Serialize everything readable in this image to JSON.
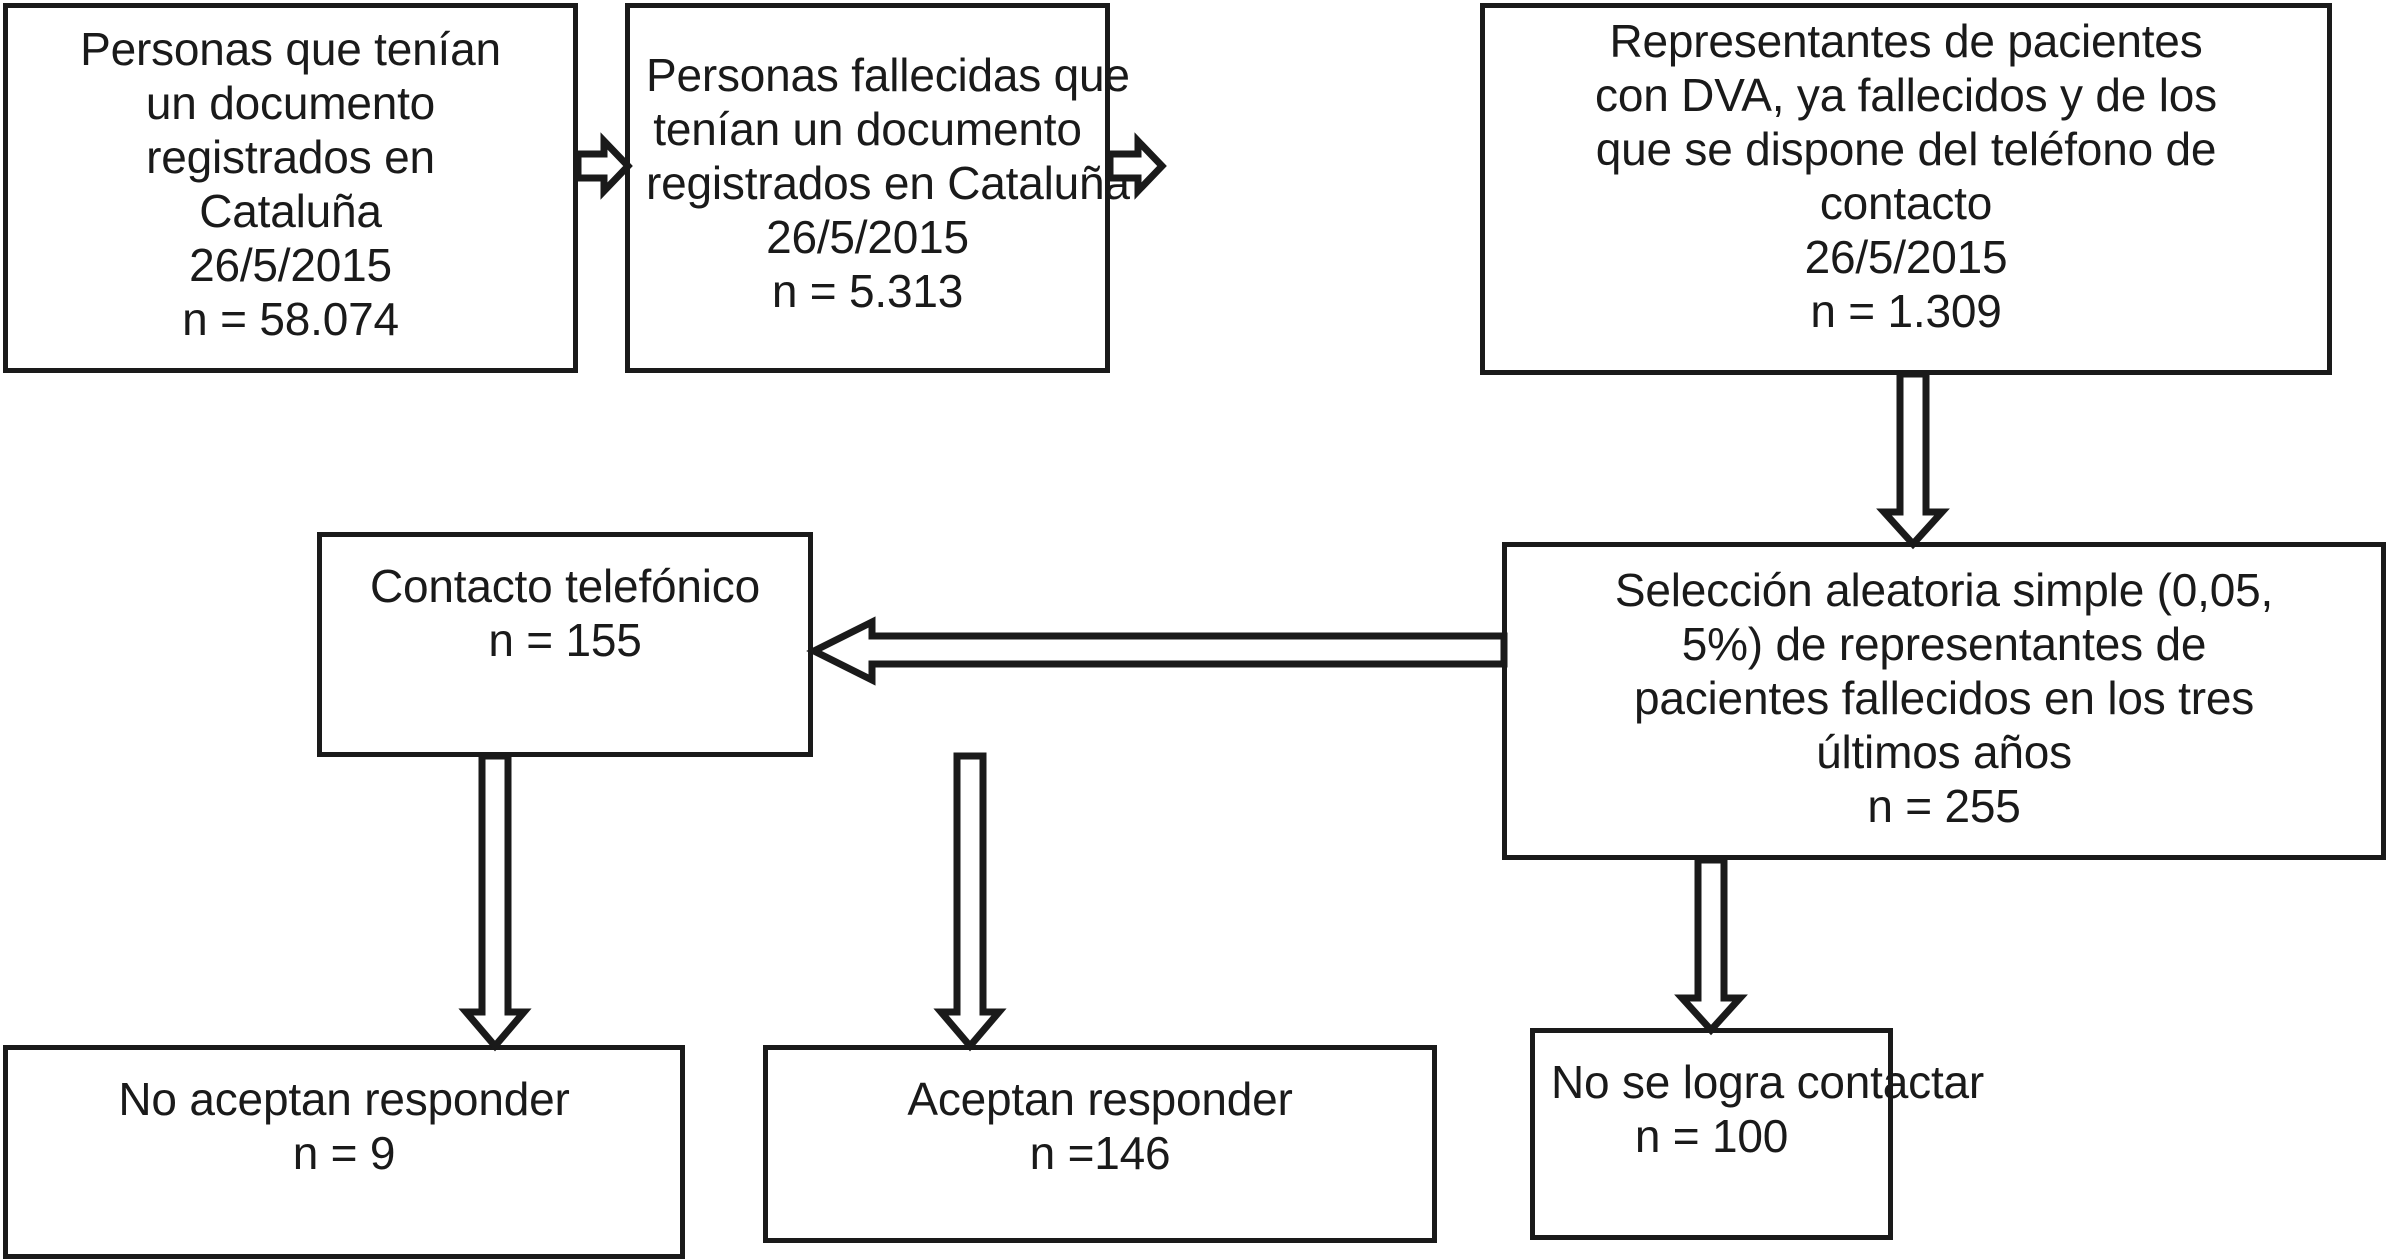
{
  "diagram": {
    "title": "Diagrama de flujo de seleccion de participantes",
    "language": "es",
    "colors": {
      "stroke": "#1a1a1a",
      "fill": "#ffffff",
      "background": "#ffffff"
    },
    "nodes": [
      {
        "id": "registrados",
        "lines": [
          "Personas que tenían",
          "un documento",
          "registrados en",
          "Cataluña",
          "26/5/2015",
          "n = 58.074"
        ],
        "n_label": "n = 58.074",
        "n_value": 58074,
        "date": "26/5/2015"
      },
      {
        "id": "fallecidas",
        "lines": [
          "Personas fallecidas que",
          "tenían un documento",
          "registrados en Cataluña",
          "26/5/2015",
          "n = 5.313"
        ],
        "n_label": "n = 5.313",
        "n_value": 5313,
        "date": "26/5/2015"
      },
      {
        "id": "representantes",
        "lines": [
          "Representantes de pacientes",
          "con DVA, ya fallecidos y de los",
          "que se dispone del teléfono de",
          "contacto",
          "26/5/2015",
          "n = 1.309"
        ],
        "n_label": "n = 1.309",
        "n_value": 1309,
        "date": "26/5/2015"
      },
      {
        "id": "seleccion",
        "lines": [
          "Selección aleatoria simple (0,05,",
          "5%) de representantes de",
          "pacientes fallecidos en los tres",
          "últimos años",
          "n = 255"
        ],
        "n_label": "n = 255",
        "n_value": 255
      },
      {
        "id": "contacto",
        "lines": [
          "Contacto telefónico",
          "n = 155"
        ],
        "n_label": "n = 155",
        "n_value": 155
      },
      {
        "id": "no-aceptan",
        "lines": [
          "No aceptan responder",
          "n = 9"
        ],
        "n_label": "n = 9",
        "n_value": 9
      },
      {
        "id": "aceptan",
        "lines": [
          "Aceptan responder",
          "n =146"
        ],
        "n_label": "n =146",
        "n_value": 146
      },
      {
        "id": "no-contactar",
        "lines": [
          "No se logra contactar",
          "n = 100"
        ],
        "n_label": "n = 100",
        "n_value": 100
      }
    ],
    "edges": [
      {
        "from": "registrados",
        "to": "fallecidas",
        "direction": "right"
      },
      {
        "from": "fallecidas",
        "to": "representantes",
        "direction": "right"
      },
      {
        "from": "representantes",
        "to": "seleccion",
        "direction": "down"
      },
      {
        "from": "seleccion",
        "to": "contacto",
        "direction": "left"
      },
      {
        "from": "seleccion",
        "to": "no-contactar",
        "direction": "down"
      },
      {
        "from": "contacto",
        "to": "no-aceptan",
        "direction": "down"
      },
      {
        "from": "contacto",
        "to": "aceptan",
        "direction": "down"
      }
    ]
  }
}
